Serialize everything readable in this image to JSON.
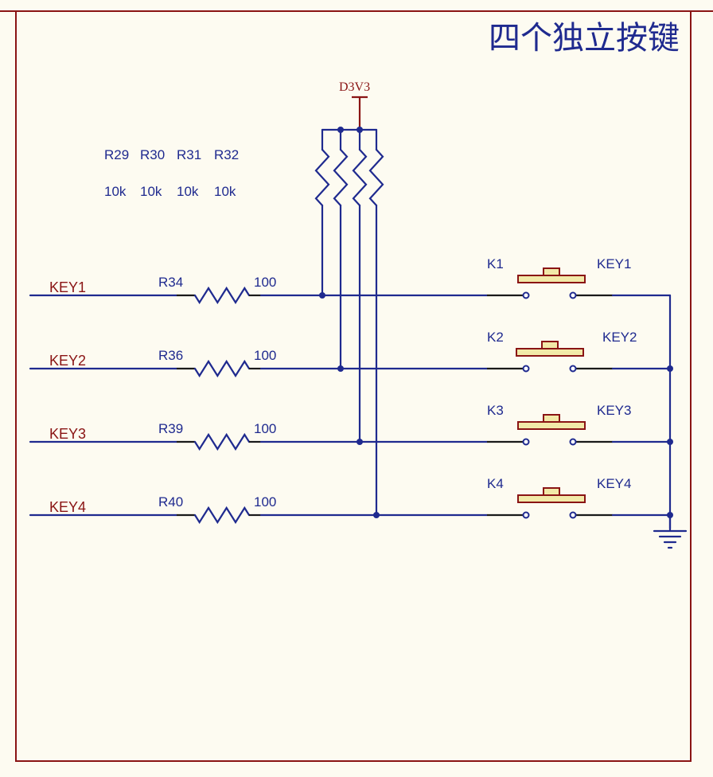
{
  "title": "四个独立按键",
  "power_label": "D3V3",
  "pullups": {
    "refs": [
      "R29",
      "R30",
      "R31",
      "R32"
    ],
    "values": [
      "10k",
      "10k",
      "10k",
      "10k"
    ]
  },
  "rows": [
    {
      "net": "KEY1",
      "res_ref": "R34",
      "res_val": "100",
      "switch_ref": "K1",
      "switch_net": "KEY1"
    },
    {
      "net": "KEY2",
      "res_ref": "R36",
      "res_val": "100",
      "switch_ref": "K2",
      "switch_net": "KEY2"
    },
    {
      "net": "KEY3",
      "res_ref": "R39",
      "res_val": "100",
      "switch_ref": "K3",
      "switch_net": "KEY3"
    },
    {
      "net": "KEY4",
      "res_ref": "R40",
      "res_val": "100",
      "switch_ref": "K4",
      "switch_net": "KEY4"
    }
  ],
  "colors": {
    "wire": "#1f2a8f",
    "frame": "#8a1414",
    "net_label": "#8a1414",
    "background": "#fdfbf1",
    "button": "#f2e9a8"
  },
  "icons": [
    "resistor-icon",
    "pushbutton-icon",
    "ground-icon",
    "power-port-icon",
    "junction-dot"
  ]
}
